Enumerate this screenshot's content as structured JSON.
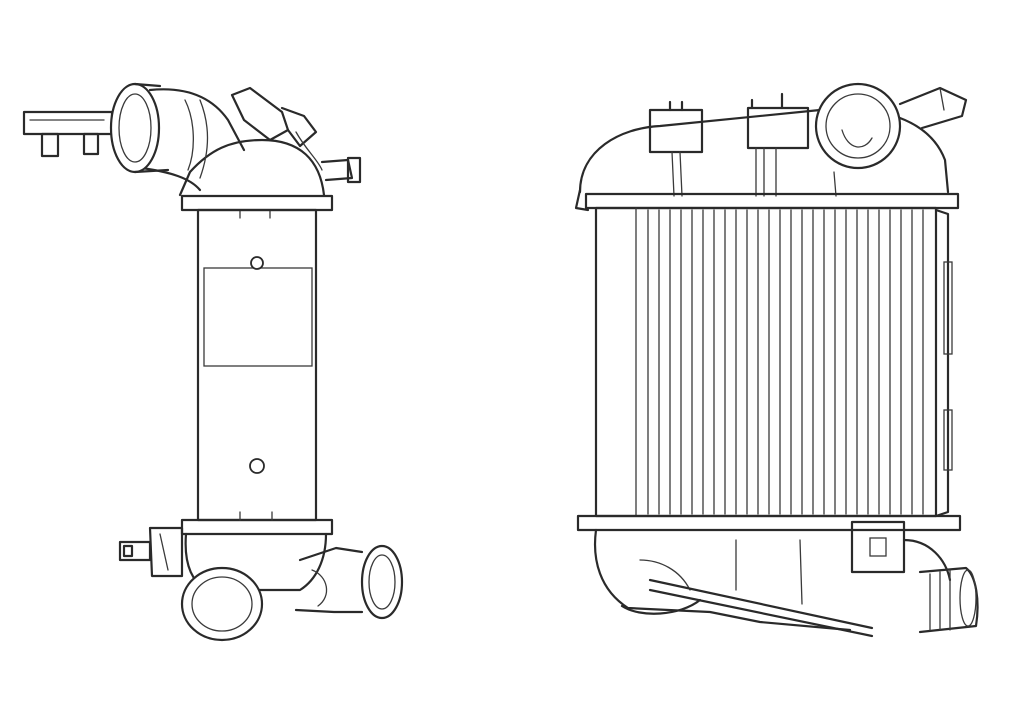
{
  "figure": {
    "views": [
      {
        "id": "side-view",
        "icon": "intercooler-side-view"
      },
      {
        "id": "front-view",
        "icon": "intercooler-front-view"
      }
    ],
    "background_color": "#ffffff",
    "line_color": "#2a2a2a"
  }
}
